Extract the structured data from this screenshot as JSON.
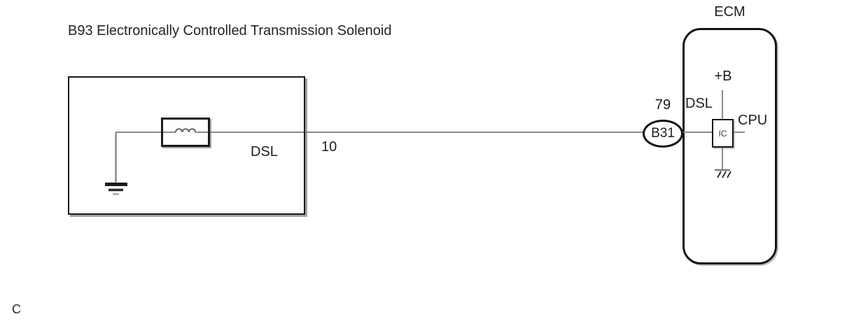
{
  "page": {
    "footer_label": "C"
  },
  "diagram": {
    "title": "B93 Electronically Controlled Transmission Solenoid",
    "solenoid_box": {
      "terminal_label": "DSL"
    },
    "wire": {
      "number": "10"
    },
    "connector": {
      "pin_number": "79",
      "label": "B31"
    },
    "ecm": {
      "title": "ECM",
      "power_label": "+B",
      "signal_label": "DSL",
      "ic_label": "IC",
      "cpu_label": "CPU"
    },
    "colors": {
      "wire": "#8c8c8c",
      "outline": "#1a1a1a",
      "text": "#1f1f1f",
      "background": "#ffffff"
    }
  }
}
